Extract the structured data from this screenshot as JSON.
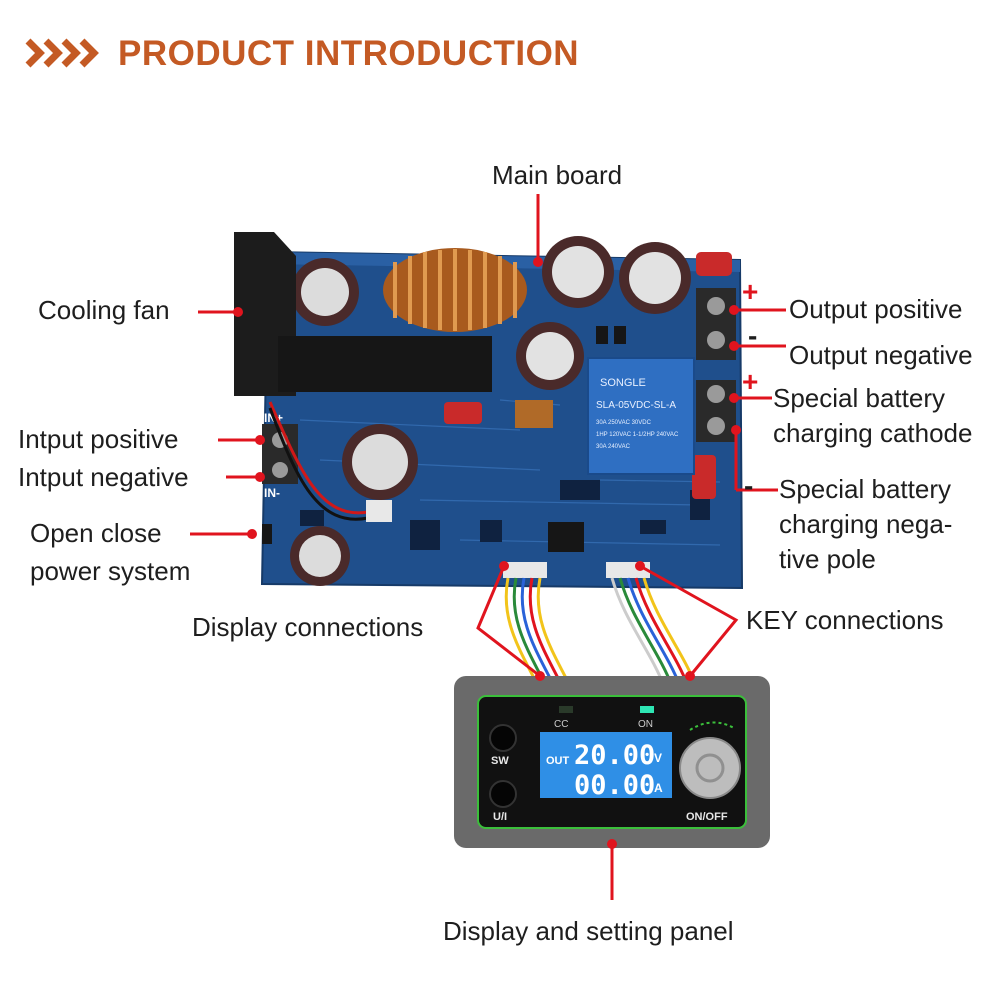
{
  "header": {
    "title": "PRODUCT INTRODUCTION",
    "accent": "#c45a24"
  },
  "labels": {
    "main_board": "Main board",
    "cooling_fan": "Cooling fan",
    "input_positive": "Intput positive",
    "input_negative": "Intput negative",
    "open_close_1": "Open close",
    "open_close_2": "power system",
    "output_positive": "Output positive",
    "output_negative": "Output negative",
    "charging_cathode_1": "Special battery",
    "charging_cathode_2": "charging cathode",
    "charging_neg_1": "Special battery",
    "charging_neg_2": "charging nega-",
    "charging_neg_3": "tive pole",
    "display_connections": "Display connections",
    "key_connections": "KEY connections",
    "panel": "Display and setting panel"
  },
  "signs": {
    "plus": "+",
    "minus": "-"
  },
  "board": {
    "in_plus": "IN+",
    "in_minus": "IN-",
    "relay_brand": "SONGLE",
    "relay_model": "SLA-05VDC-SL-A",
    "relay_spec_1": "30A 250VAC 30VDC",
    "relay_spec_2": "1HP 120VAC 1-1/2HP 240VAC",
    "relay_spec_3": "30A 240VAC"
  },
  "panel": {
    "cc": "CC",
    "on": "ON",
    "sw": "SW",
    "ui": "U/I",
    "onoff": "ON/OFF",
    "out": "OUT",
    "voltage": "20.00",
    "voltage_unit": "V",
    "current": "00.00",
    "current_unit": "A"
  },
  "colors": {
    "callout": "#e0141e",
    "board": "#1f4f8c",
    "panel_body": "#6a6a6a",
    "lcd": "#2f8fe6",
    "indicator_on": "#2ee6b4"
  }
}
